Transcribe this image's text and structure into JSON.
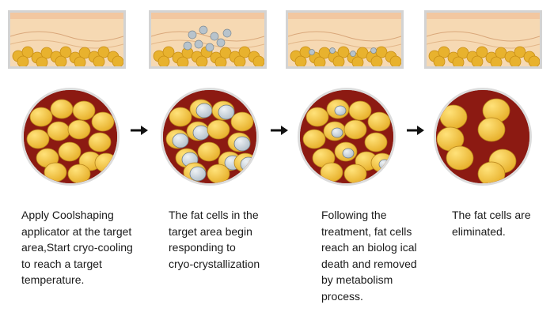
{
  "steps": [
    {
      "caption": "Apply Coolshaping\napplicator at the target\narea,Start cryo-cooling\nto reach a target\ntemperature.",
      "crystal_level": 0
    },
    {
      "caption": "The fat cells in the\ntarget area begin\nresponding to\ncryo-crystallization",
      "crystal_level": 2
    },
    {
      "caption": "Following the\ntreatment, fat cells\nreach an biolog ical\ndeath and removed\nby metabolism\nprocess.",
      "crystal_level": 1
    },
    {
      "caption": "The fat cells are\neliminated.",
      "crystal_level": 0
    }
  ],
  "colors": {
    "fat_cell": "#e8b22e",
    "fat_cell_highlight": "#ffe27a",
    "tissue_background": "#8c1a12",
    "crystal": "#b7c3cc",
    "skin": "#f6d9b3",
    "panel_border": "#d3d3d3",
    "arrow": "#111111"
  },
  "icons": {
    "arrow": "right-arrow-icon"
  }
}
